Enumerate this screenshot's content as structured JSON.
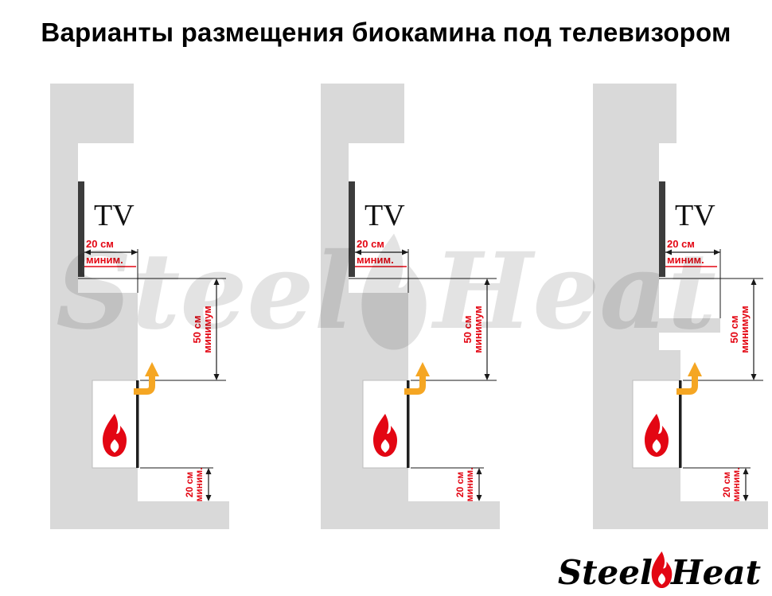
{
  "title": "Варианты размещения биокамина под телевизором",
  "colors": {
    "red": "#e30613",
    "orange": "#f5a623",
    "wall": "#d9d9d9",
    "line": "#1a1a1a",
    "watermark": "rgba(0,0,0,0.11)"
  },
  "watermark": {
    "left": "Steel",
    "right": "Heat"
  },
  "logo": {
    "left": "Steel",
    "right": "Heat"
  },
  "diagrams": [
    {
      "name": "variant-1",
      "tv_label": "TV",
      "dim_top_line1": "20 см",
      "dim_top_line2": "миним.",
      "dim_mid_line1": "50 см",
      "dim_mid_line2": "минимум",
      "dim_bottom_line1": "20 см",
      "dim_bottom_line2": "миним."
    },
    {
      "name": "variant-2",
      "tv_label": "TV",
      "dim_top_line1": "20 см",
      "dim_top_line2": "миним.",
      "dim_mid_line1": "50 см",
      "dim_mid_line2": "минимум",
      "dim_bottom_line1": "20 см",
      "dim_bottom_line2": "миним."
    },
    {
      "name": "variant-3",
      "tv_label": "TV",
      "dim_top_line1": "20 см",
      "dim_top_line2": "миним.",
      "dim_mid_line1": "50 см",
      "dim_mid_line2": "минимум",
      "dim_bottom_line1": "20 см",
      "dim_bottom_line2": "миним."
    }
  ]
}
